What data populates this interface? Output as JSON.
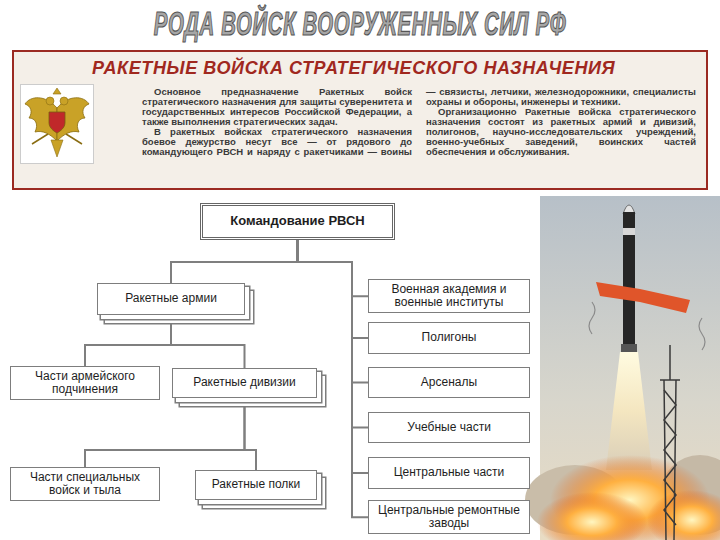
{
  "diagram": {
    "title": "РОДА ВОЙСК ВООРУЖЕННЫХ СИЛ РФ",
    "nodes": [
      {
        "text": [
          "РАКЕТНЫЕ ВОЙСКА СТРАТЕГИЧЕСКОГО НАЗНАЧЕНИЯ",
          "Основное предназначение Ракетных войск стратегического назначения для защиты суверенитета и государственных интересов Российской Федерации, а также выполнения стратегических задач.",
          "В ракетных войсках стратегического назначения боевое дежурство несут все — от рядового до командующего РВСН и наряду с ракетчиками — воины — связисты, летчики, железнодорожники, специалисты охраны и обороны, инженеры и техники.",
          "Организационно Ракетные войска стратегического назначения состоят из ракетных армий и дивизий, полигонов, научно-исследовательских учреждений, военно-учебных заведений, воинских частей обеспечения и обслуживания."
        ]
      },
      {
        "text": [
          "Командование РВСН"
        ]
      },
      {
        "text": [
          "Ракетные армии"
        ]
      },
      {
        "text": [
          "Военная академия и военные институты"
        ]
      },
      {
        "text": [
          "Полигоны"
        ]
      },
      {
        "text": [
          "Части армейского подчинения"
        ]
      },
      {
        "text": [
          "Ракетные дивизии"
        ]
      },
      {
        "text": [
          "Арсеналы"
        ]
      },
      {
        "text": [
          "Учебные части"
        ]
      },
      {
        "text": [
          "Части специальных войск и тыла"
        ]
      },
      {
        "text": [
          "Ракетные полки"
        ]
      },
      {
        "text": [
          "Центральные части"
        ]
      },
      {
        "text": [
          "Центральные ремонтные заводы"
        ]
      }
    ],
    "edges": [
      {
        "from": 1,
        "to": 2,
        "arrow": "none"
      },
      {
        "from": 1,
        "to": 3,
        "arrow": "none"
      },
      {
        "from": 1,
        "to": 4,
        "arrow": "none"
      },
      {
        "from": 1,
        "to": 7,
        "arrow": "none"
      },
      {
        "from": 1,
        "to": 8,
        "arrow": "none"
      },
      {
        "from": 1,
        "to": 11,
        "arrow": "none"
      },
      {
        "from": 1,
        "to": 12,
        "arrow": "none"
      },
      {
        "from": 2,
        "to": 5,
        "arrow": "none"
      },
      {
        "from": 2,
        "to": 6,
        "arrow": "none"
      },
      {
        "from": 6,
        "to": 9,
        "arrow": "none"
      },
      {
        "from": 6,
        "to": 10,
        "arrow": "none"
      }
    ]
  }
}
